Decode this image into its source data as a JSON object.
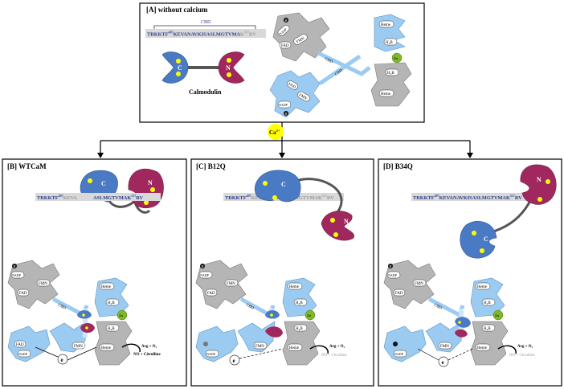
{
  "panels": {
    "A": {
      "title": "[A] without calcium"
    },
    "B": {
      "title": "[B] WTCaM"
    },
    "C": {
      "title": "[C] B12Q"
    },
    "D": {
      "title": "[D] B34Q"
    }
  },
  "labels": {
    "cbd": "CBD",
    "calmodulin": "Calmodulin",
    "calcium": "Ca",
    "calcium_sup": "2+",
    "lobe_c": "C",
    "lobe_n": "N",
    "heme": "Heme",
    "h4b": "H₄B",
    "zn": "Zn",
    "fad": "FAD",
    "fmn": "FMN",
    "nadp": "NADP",
    "nadp_badge": "H",
    "electron": "e",
    "reaction_top": "Arg + O₂",
    "reaction_bottom": "NO + Citrulline"
  },
  "sequences": {
    "A": {
      "p1": "TRKKTF",
      "sup1": "497",
      "p2": "KEVANAVKISASLMGTVMA",
      "p3": "K",
      "sup2": "517",
      "p4": "RV"
    },
    "B": {
      "p1": "TRKKTF",
      "sup1": "497",
      "p2": "KEVA",
      "p3": "ASLMGTVMAK",
      "sup2": "517",
      "p4": "RV"
    },
    "C": {
      "p1": "TRKKTF",
      "sup1": "497",
      "p2": "KEVANAVKISASLMGTVMA",
      "p3": "K",
      "sup2": "517",
      "p4": "RV"
    },
    "D": {
      "p1": "TRKKTF",
      "sup1": "497",
      "p2": "KEVANAVKISASLMGTVMAK",
      "sup2": "517",
      "p3": "RV"
    }
  },
  "colors": {
    "calmodulin_c_lobe": "#4a7ac4",
    "calmodulin_n_lobe": "#a0285e",
    "oxygenase_blue": "#9ccbf2",
    "reductase_gray": "#b5b5b5",
    "zinc_green": "#7fb82a",
    "calcium_yellow": "#ffff00",
    "sequence_navy": "#2b3a8a",
    "sequence_gray": "#9a9a9a"
  }
}
